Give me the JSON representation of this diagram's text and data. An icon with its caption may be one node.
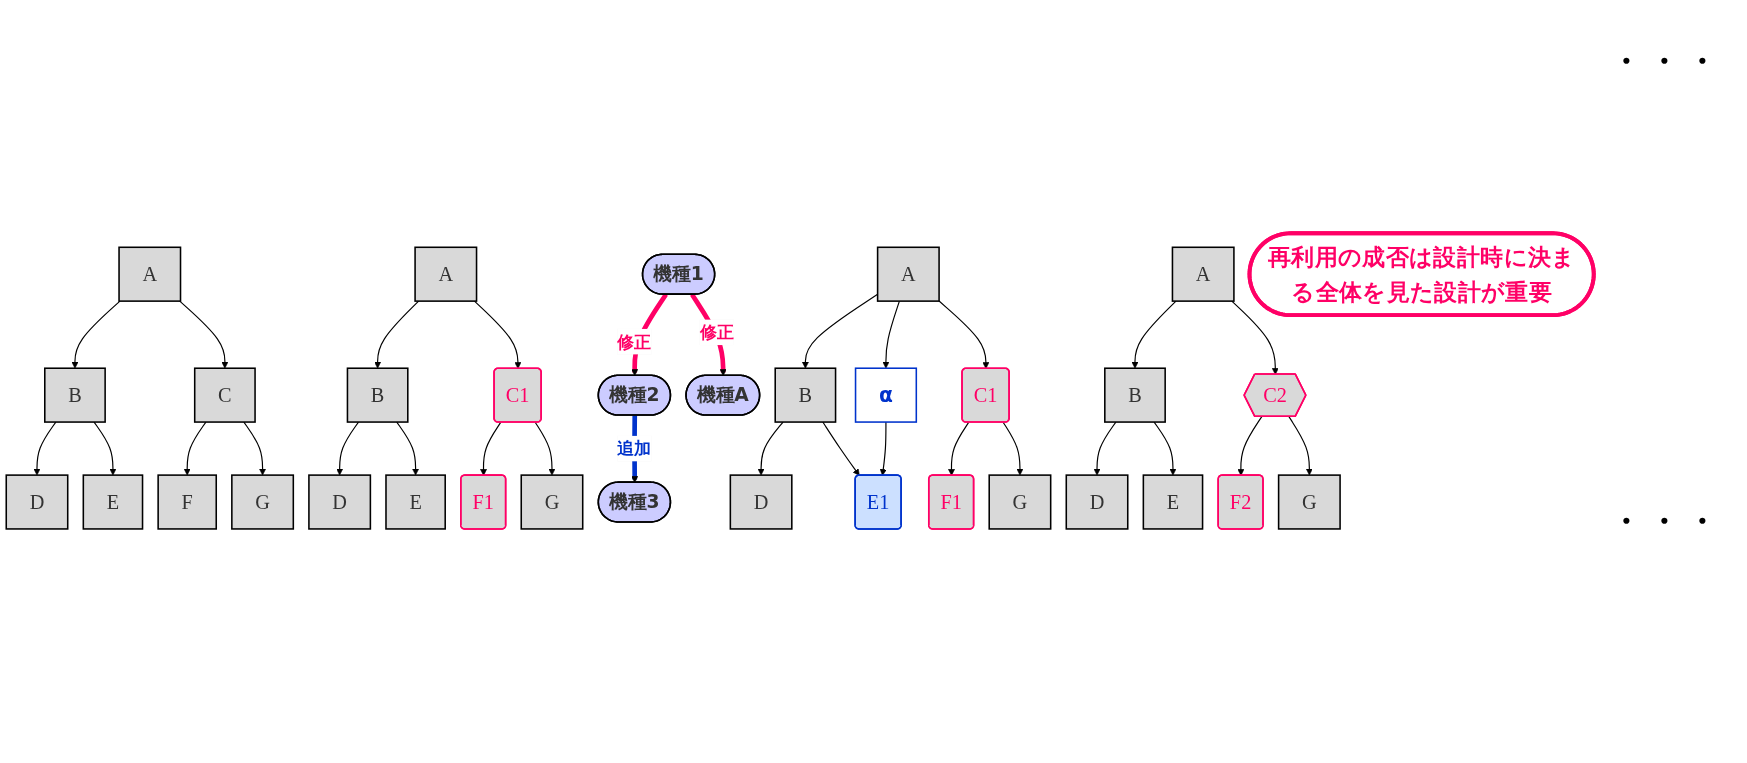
{
  "diagram": {
    "nodes": [
      {
        "text": [
          "機種1"
        ]
      },
      {
        "text": [
          "A"
        ]
      },
      {
        "text": [
          "B"
        ]
      },
      {
        "text": [
          "C"
        ]
      },
      {
        "text": [
          "D"
        ]
      },
      {
        "text": [
          "E"
        ]
      },
      {
        "text": [
          "F"
        ]
      },
      {
        "text": [
          "G"
        ]
      },
      {
        "text": [
          "機種2"
        ]
      },
      {
        "text": [
          "A"
        ]
      },
      {
        "text": [
          "B"
        ]
      },
      {
        "text": [
          "C1"
        ]
      },
      {
        "text": [
          "D"
        ]
      },
      {
        "text": [
          "E"
        ]
      },
      {
        "text": [
          "F1"
        ]
      },
      {
        "text": [
          "G"
        ]
      },
      {
        "text": [
          "機種3"
        ]
      },
      {
        "text": [
          "A"
        ]
      },
      {
        "text": [
          "B"
        ]
      },
      {
        "text": [
          "α"
        ]
      },
      {
        "text": [
          "C1"
        ]
      },
      {
        "text": [
          "D"
        ]
      },
      {
        "text": [
          "E1"
        ]
      },
      {
        "text": [
          "F1"
        ]
      },
      {
        "text": [
          "G"
        ]
      },
      {
        "text": [
          "機種A"
        ]
      },
      {
        "text": [
          "A"
        ]
      },
      {
        "text": [
          "B"
        ]
      },
      {
        "text": [
          "C2"
        ]
      },
      {
        "text": [
          "D"
        ]
      },
      {
        "text": [
          "E"
        ]
      },
      {
        "text": [
          "F2"
        ]
      },
      {
        "text": [
          "G"
        ]
      },
      {
        "text": [
          "再利用の成否は設計時に決まる全体を見た設計が重要"
        ]
      }
    ],
    "edges": [
      {
        "from": 1,
        "to": 2,
        "arrow": "to"
      },
      {
        "from": 1,
        "to": 3,
        "arrow": "to"
      },
      {
        "from": 2,
        "to": 4,
        "arrow": "to"
      },
      {
        "from": 2,
        "to": 5,
        "arrow": "to"
      },
      {
        "from": 3,
        "to": 6,
        "arrow": "to"
      },
      {
        "from": 3,
        "to": 7,
        "arrow": "to"
      },
      {
        "from": 9,
        "to": 10,
        "arrow": "to"
      },
      {
        "from": 9,
        "to": 11,
        "arrow": "to"
      },
      {
        "from": 10,
        "to": 12,
        "arrow": "to"
      },
      {
        "from": 10,
        "to": 13,
        "arrow": "to"
      },
      {
        "from": 11,
        "to": 14,
        "arrow": "to"
      },
      {
        "from": 11,
        "to": 15,
        "arrow": "to"
      },
      {
        "from": 17,
        "to": 18,
        "arrow": "to"
      },
      {
        "from": 17,
        "to": 19,
        "arrow": "to"
      },
      {
        "from": 17,
        "to": 20,
        "arrow": "to"
      },
      {
        "from": 18,
        "to": 21,
        "arrow": "to"
      },
      {
        "from": 18,
        "to": 22,
        "arrow": "to"
      },
      {
        "from": 19,
        "to": 22,
        "arrow": "to"
      },
      {
        "from": 20,
        "to": 23,
        "arrow": "to"
      },
      {
        "from": 20,
        "to": 24,
        "arrow": "to"
      },
      {
        "from": 26,
        "to": 27,
        "arrow": "to"
      },
      {
        "from": 26,
        "to": 28,
        "arrow": "to"
      },
      {
        "from": 27,
        "to": 29,
        "arrow": "to"
      },
      {
        "from": 27,
        "to": 30,
        "arrow": "to"
      },
      {
        "from": 28,
        "to": 31,
        "arrow": "to"
      },
      {
        "from": 28,
        "to": 32,
        "arrow": "to"
      },
      {
        "from": 0,
        "to": 8,
        "arrow": "to",
        "label": "修正",
        "style": "thick",
        "color": "#ff0066"
      },
      {
        "from": 8,
        "to": 16,
        "arrow": "to",
        "label": "追加",
        "style": "thick",
        "color": "#0033cc"
      },
      {
        "from": 0,
        "to": 25,
        "arrow": "to",
        "label": "修正",
        "style": "thick",
        "color": "#ff0066"
      }
    ],
    "labels": [
      "・・・",
      "・・・"
    ]
  }
}
